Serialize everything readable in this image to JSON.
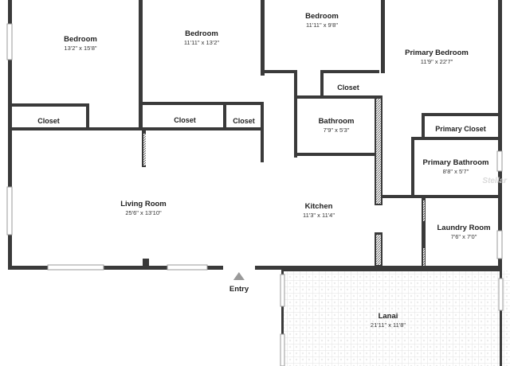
{
  "rooms": {
    "bedroom_1": {
      "name": "Bedroom",
      "dims": "13'2\" x 15'8\""
    },
    "bedroom_2": {
      "name": "Bedroom",
      "dims": "11'11\" x 13'2\""
    },
    "bedroom_3": {
      "name": "Bedroom",
      "dims": "11'11\" x 9'8\""
    },
    "primary_bedroom": {
      "name": "Primary Bedroom",
      "dims": "11'9\" x 22'7\""
    },
    "bathroom": {
      "name": "Bathroom",
      "dims": "7'9\" x 5'3\""
    },
    "primary_bathroom": {
      "name": "Primary Bathroom",
      "dims": "8'8\" x 5'7\""
    },
    "living_room": {
      "name": "Living Room",
      "dims": "25'6\" x 13'10\""
    },
    "kitchen": {
      "name": "Kitchen",
      "dims": "11'3\" x 11'4\""
    },
    "laundry_room": {
      "name": "Laundry Room",
      "dims": "7'6\" x 7'0\""
    },
    "lanai": {
      "name": "Lanai",
      "dims": "21'11\" x 11'8\""
    }
  },
  "closets": {
    "closet_1": "Closet",
    "closet_2": "Closet",
    "closet_3": "Closet",
    "closet_4": "Closet",
    "primary_closet": "Primary Closet"
  },
  "entry": {
    "label": "Entry"
  },
  "watermark": {
    "text": "Stellar"
  },
  "colors": {
    "wall": "#3a3a3a",
    "background": "#ffffff",
    "lanai_grid": "#dcdcdc",
    "window": "#c8c8c8"
  }
}
